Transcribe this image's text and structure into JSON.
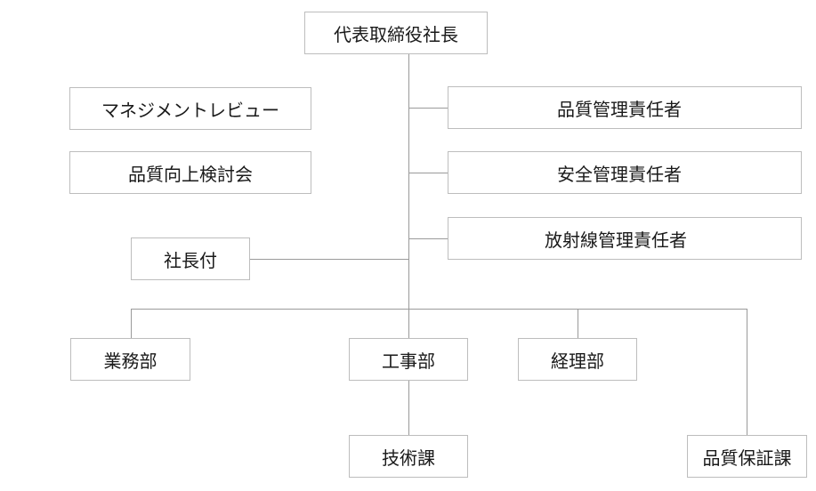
{
  "org": {
    "ceo": "代表取締役社長",
    "management_review": "マネジメントレビュー",
    "quality_improvement": "品質向上検討会",
    "attached": "社長付",
    "quality_manager": "品質管理責任者",
    "safety_manager": "安全管理責任者",
    "radiation_manager": "放射線管理責任者",
    "business_dept": "業務部",
    "construction_dept": "工事部",
    "accounting_dept": "経理部",
    "technical_section": "技術課",
    "quality_assurance_section": "品質保証課"
  },
  "colors": {
    "line": "#9a9a9a",
    "border": "#bdbdbd",
    "text": "#1a1a1a"
  }
}
